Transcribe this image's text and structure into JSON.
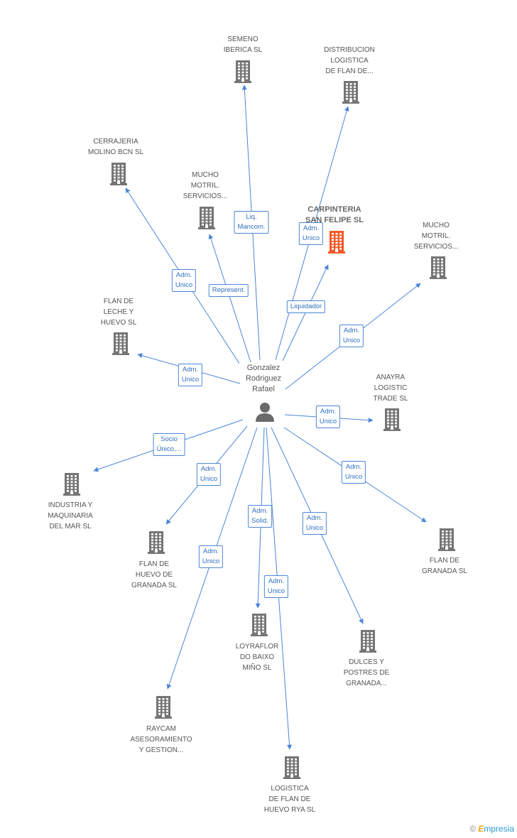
{
  "center": {
    "label": [
      "Gonzalez",
      "Rodriguez",
      "Rafael"
    ]
  },
  "colors": {
    "edge": "#4a86d8",
    "building": "#757575",
    "highlight": "#f05a28",
    "person": "#6a6a6a"
  },
  "nodes": [
    {
      "id": "semeno",
      "label": [
        "SEMENO",
        "IBERICA SL"
      ],
      "highlight": false
    },
    {
      "id": "distribucion",
      "label": [
        "DISTRIBUCION",
        "LOGISTICA",
        "DE FLAN DE..."
      ],
      "highlight": false
    },
    {
      "id": "cerrajeria",
      "label": [
        "CERRAJERIA",
        "MOLINO BCN SL"
      ],
      "highlight": false
    },
    {
      "id": "mucho1",
      "label": [
        "MUCHO",
        "MOTRIL.",
        "SERVICIOS..."
      ],
      "highlight": false
    },
    {
      "id": "carpinteria",
      "label": [
        "CARPINTERIA",
        "SAN FELIPE SL"
      ],
      "highlight": true
    },
    {
      "id": "mucho2",
      "label": [
        "MUCHO",
        "MOTRIL.",
        "SERVICIOS..."
      ],
      "highlight": false
    },
    {
      "id": "flanleche",
      "label": [
        "FLAN DE",
        "LECHE Y",
        "HUEVO SL"
      ],
      "highlight": false
    },
    {
      "id": "anayra",
      "label": [
        "ANAYRA",
        "LOGISTIC",
        "TRADE SL"
      ],
      "highlight": false
    },
    {
      "id": "industria",
      "label": [
        "INDUSTRIA Y",
        "MAQUINARIA",
        "DEL MAR SL"
      ],
      "highlight": false
    },
    {
      "id": "flanhuevo",
      "label": [
        "FLAN DE",
        "HUEVO DE",
        "GRANADA SL"
      ],
      "highlight": false
    },
    {
      "id": "flangranada",
      "label": [
        "FLAN DE",
        "GRANADA SL"
      ],
      "highlight": false
    },
    {
      "id": "loyraflor",
      "label": [
        "LOYRAFLOR",
        "DO BAIXO",
        "MIÑO SL"
      ],
      "highlight": false
    },
    {
      "id": "dulces",
      "label": [
        "DULCES Y",
        "POSTRES DE",
        "GRANADA..."
      ],
      "highlight": false
    },
    {
      "id": "raycam",
      "label": [
        "RAYCAM",
        "ASESORAMIENTO",
        "Y GESTION..."
      ],
      "highlight": false
    },
    {
      "id": "logistica",
      "label": [
        "LOGISTICA",
        "DE FLAN DE",
        "HUEVO RYA SL"
      ],
      "highlight": false
    }
  ],
  "edges": [
    {
      "to": "semeno",
      "label": [
        "Liq.",
        "Mancom."
      ]
    },
    {
      "to": "distribucion",
      "label": [
        "Adm.",
        "Unico"
      ]
    },
    {
      "to": "cerrajeria",
      "label": [
        "Adm.",
        "Unico"
      ]
    },
    {
      "to": "mucho1",
      "label": [
        "Represent."
      ]
    },
    {
      "to": "carpinteria",
      "label": [
        "Liquidador"
      ]
    },
    {
      "to": "mucho2",
      "label": [
        "Adm.",
        "Unico"
      ]
    },
    {
      "to": "flanleche",
      "label": [
        "Adm.",
        "Unico"
      ]
    },
    {
      "to": "anayra",
      "label": [
        "Adm.",
        "Unico"
      ]
    },
    {
      "to": "industria",
      "label": [
        "Socio",
        "Único,..."
      ]
    },
    {
      "to": "flanhuevo",
      "label": [
        "Adm.",
        "Unico"
      ]
    },
    {
      "to": "flangranada",
      "label": [
        "Adm.",
        "Unico"
      ]
    },
    {
      "to": "loyraflor",
      "label": [
        "Adm.",
        "Solid."
      ]
    },
    {
      "to": "dulces",
      "label": [
        "Adm.",
        "Unico"
      ]
    },
    {
      "to": "raycam",
      "label": [
        "Adm.",
        "Unico"
      ]
    },
    {
      "to": "logistica",
      "label": [
        "Adm.",
        "Unico"
      ]
    }
  ],
  "brand": {
    "copyright": "©",
    "initial": "E",
    "rest": "mpresia"
  }
}
